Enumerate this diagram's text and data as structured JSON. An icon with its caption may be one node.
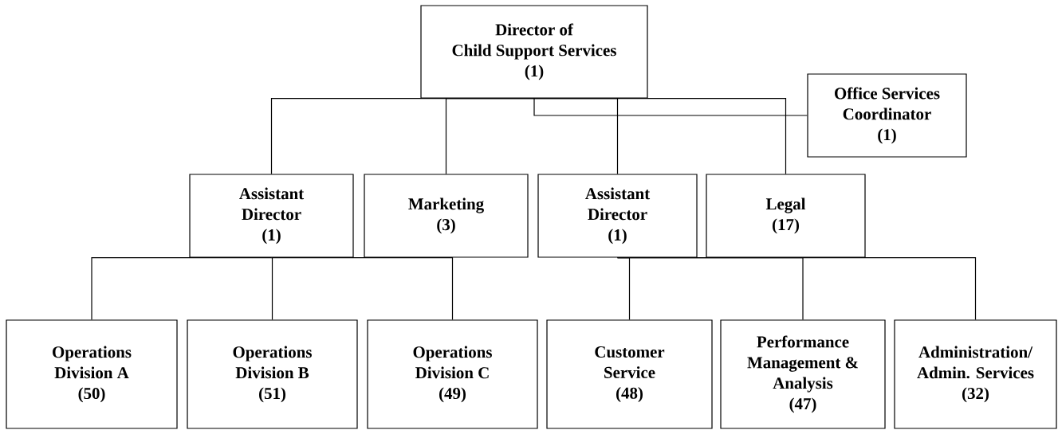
{
  "diagram": {
    "nodes": [
      {
        "text": [
          "Director of Child Support Services",
          "(1)"
        ]
      },
      {
        "text": [
          "Office Services Coordinator",
          "(1)"
        ]
      },
      {
        "text": [
          "Assistant Director",
          "(1)"
        ]
      },
      {
        "text": [
          "Marketing",
          "(3)"
        ]
      },
      {
        "text": [
          "Assistant Director",
          "(1)"
        ]
      },
      {
        "text": [
          "Legal",
          "(17)"
        ]
      },
      {
        "text": [
          "Operations Division A",
          "(50)"
        ]
      },
      {
        "text": [
          "Operations Division B",
          "(51)"
        ]
      },
      {
        "text": [
          "Operations Division C",
          "(49)"
        ]
      },
      {
        "text": [
          "Customer Service",
          "(48)"
        ]
      },
      {
        "text": [
          "Performance Management & Analysis",
          "(47)"
        ]
      },
      {
        "text": [
          "Administration/ Admin. Services",
          "(32)"
        ]
      }
    ],
    "edges": [
      {
        "from": 0,
        "to": 1,
        "arrow": "none"
      },
      {
        "from": 0,
        "to": 2,
        "arrow": "none"
      },
      {
        "from": 0,
        "to": 3,
        "arrow": "none"
      },
      {
        "from": 0,
        "to": 4,
        "arrow": "none"
      },
      {
        "from": 0,
        "to": 5,
        "arrow": "none"
      },
      {
        "from": 2,
        "to": 6,
        "arrow": "none"
      },
      {
        "from": 2,
        "to": 7,
        "arrow": "none"
      },
      {
        "from": 2,
        "to": 8,
        "arrow": "none"
      },
      {
        "from": 4,
        "to": 9,
        "arrow": "none"
      },
      {
        "from": 4,
        "to": 10,
        "arrow": "none"
      },
      {
        "from": 4,
        "to": 11,
        "arrow": "none"
      }
    ]
  }
}
